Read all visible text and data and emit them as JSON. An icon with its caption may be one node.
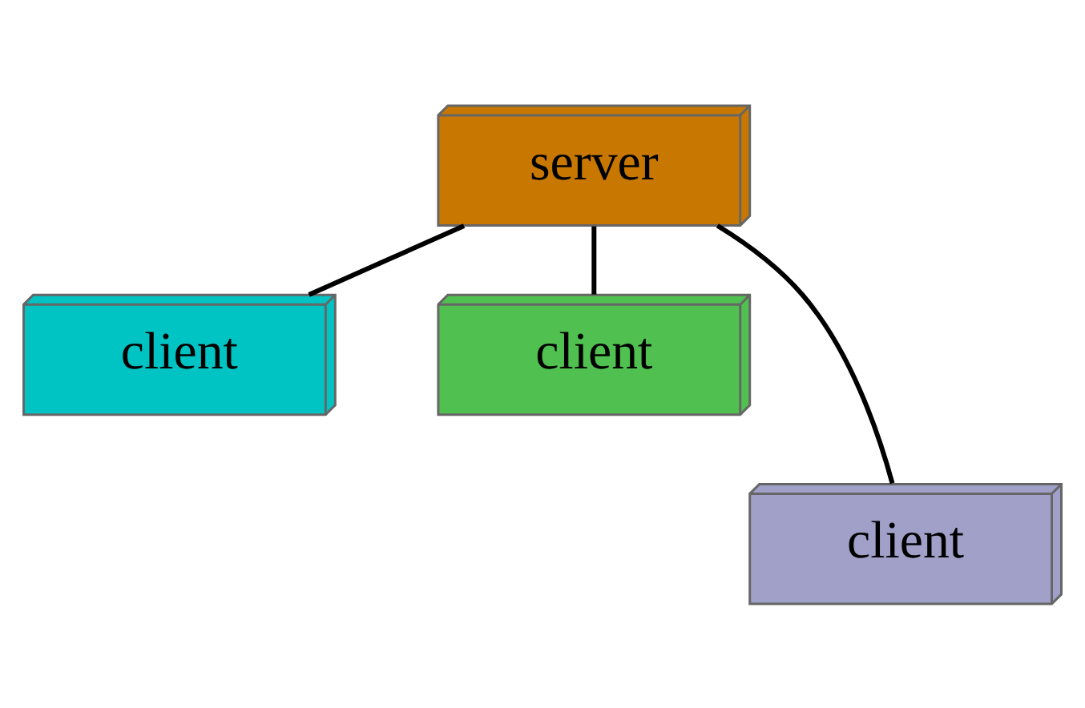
{
  "diagram": {
    "nodes": [
      {
        "text": [
          "server"
        ]
      },
      {
        "text": [
          "client"
        ]
      },
      {
        "text": [
          "client"
        ]
      },
      {
        "text": [
          "client"
        ]
      }
    ],
    "edges": [
      {
        "from": 0,
        "to": 1,
        "arrow": "none"
      },
      {
        "from": 0,
        "to": 2,
        "arrow": "none"
      },
      {
        "from": 0,
        "to": 3,
        "arrow": "none"
      }
    ]
  }
}
